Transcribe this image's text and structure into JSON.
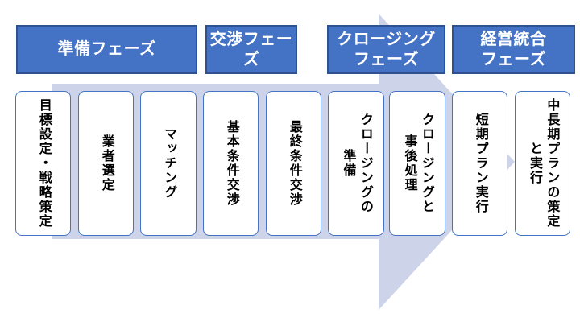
{
  "diagram": {
    "type": "process-flow",
    "language": "ja",
    "colors": {
      "header_fill": "#4472C4",
      "header_border": "#2F528F",
      "header_text": "#FFFFFF",
      "step_border": "#4472C4",
      "step_fill": "#FFFFFF",
      "step_text": "#000000",
      "arrow_fill": "#CDD3E8",
      "background": "#FFFFFF"
    },
    "phases": [
      {
        "label": "準備フェーズ"
      },
      {
        "label": "交渉フェーズ"
      },
      {
        "label": "クロージング\nフェーズ"
      },
      {
        "label": "経営統合\nフェーズ"
      }
    ],
    "steps": [
      {
        "columns": [
          "目標設定・戦略策定"
        ]
      },
      {
        "columns": [
          "業者選定"
        ]
      },
      {
        "columns": [
          "マッチング"
        ]
      },
      {
        "columns": [
          "基本条件交渉"
        ]
      },
      {
        "columns": [
          "最終条件交渉"
        ]
      },
      {
        "columns": [
          "クロージングの",
          "準備"
        ]
      },
      {
        "columns": [
          "クロージングと",
          "事後処理"
        ]
      },
      {
        "columns": [
          "短期プラン実行"
        ]
      },
      {
        "columns": [
          "中長期プランの策定",
          "と実行"
        ]
      }
    ]
  }
}
